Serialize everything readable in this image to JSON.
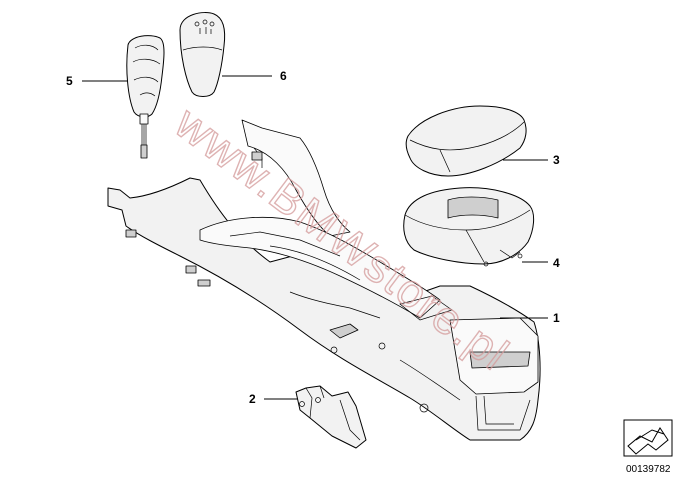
{
  "watermark": "www.BMWstore.pl",
  "parts": [
    {
      "number": "1"
    },
    {
      "number": "2"
    },
    {
      "number": "3"
    },
    {
      "number": "4"
    },
    {
      "number": "5"
    },
    {
      "number": "6"
    }
  ],
  "diagram_code": "00139782",
  "corner_icon": "arrow-sheet-icon"
}
